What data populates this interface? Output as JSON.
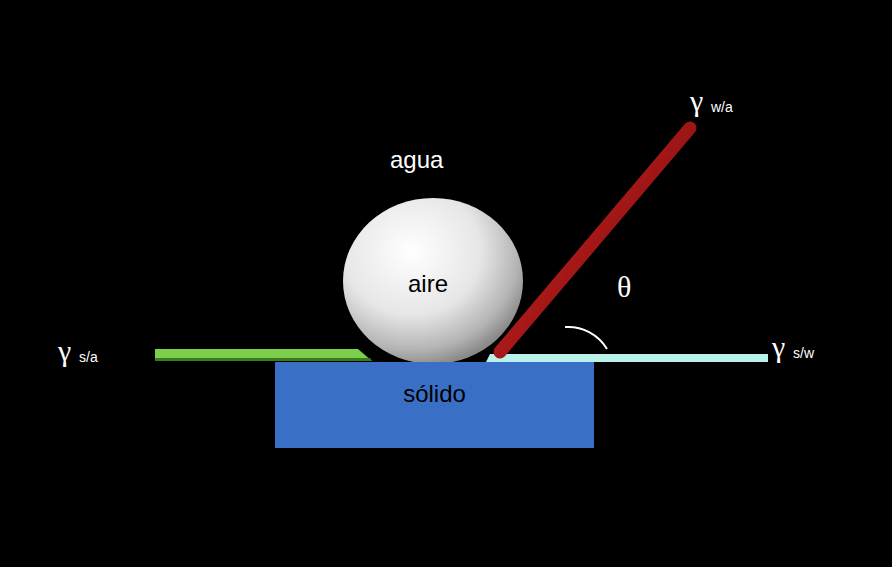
{
  "diagram": {
    "nodes": [
      {
        "text": [
          "aire"
        ]
      },
      {
        "text": [
          "sólido"
        ]
      }
    ],
    "labels": [
      "agua",
      "γ",
      "w/a",
      "θ",
      "γ",
      "s/a",
      "γ",
      "s/w"
    ]
  }
}
